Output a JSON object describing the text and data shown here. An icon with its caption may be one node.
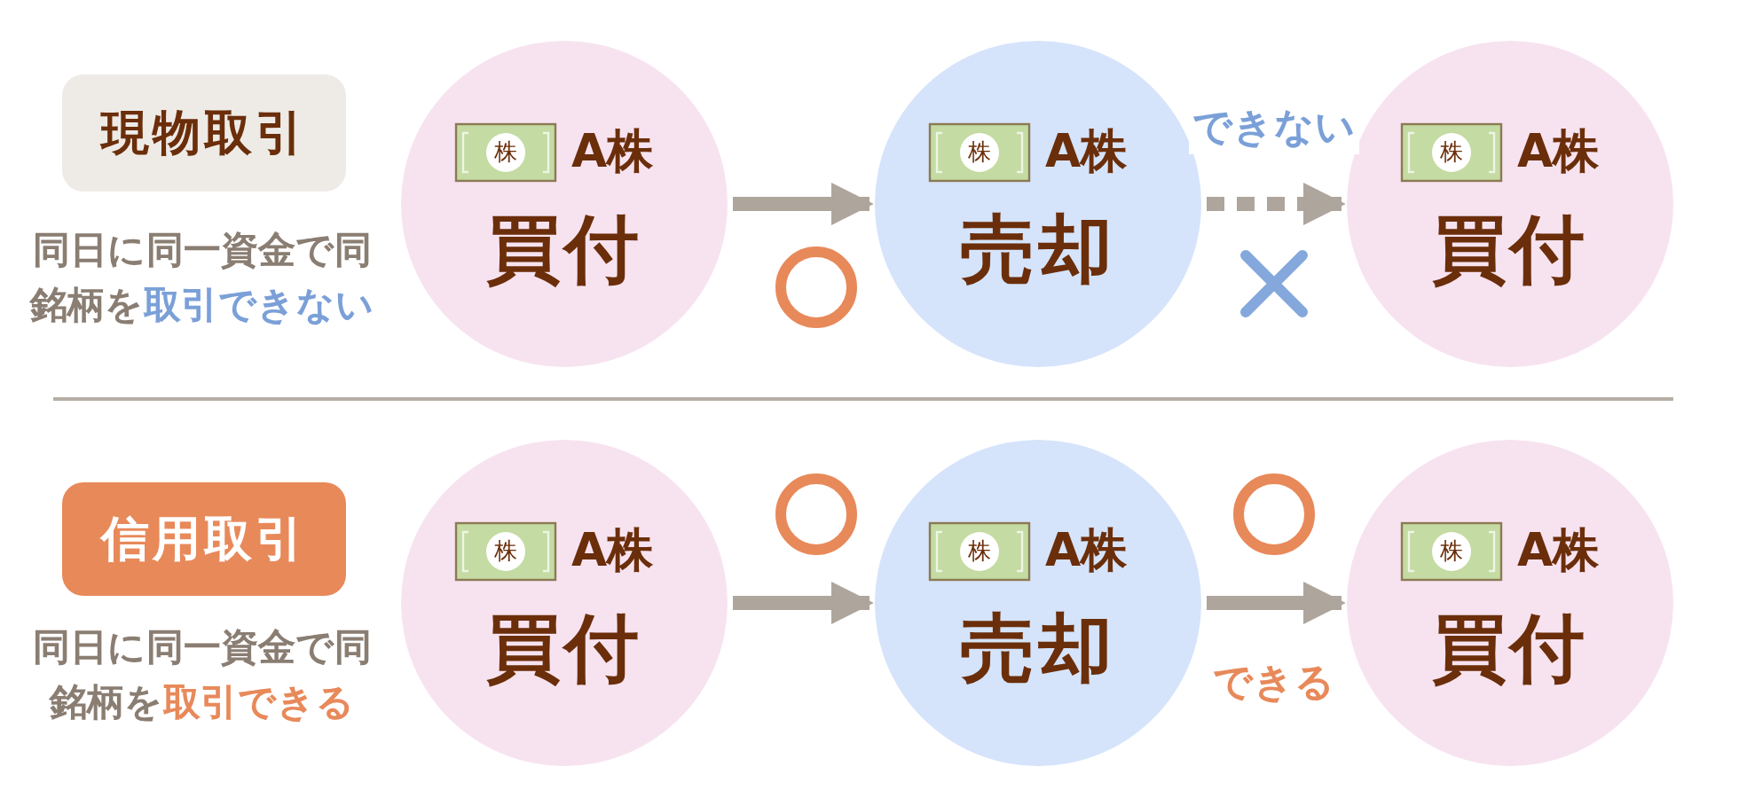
{
  "diagram": {
    "nodes": [
      {
        "text": [
          "現物取引"
        ],
        "beside": [
          "同日に同一資金で同銘柄を",
          "取引できない"
        ]
      },
      {
        "text": [
          "株",
          "A株",
          "買付"
        ]
      },
      {
        "text": [
          "株",
          "A株",
          "売却"
        ]
      },
      {
        "text": [
          "株",
          "A株",
          "買付"
        ]
      },
      {
        "text": [
          "信用取引"
        ],
        "beside": [
          "同日に同一資金で同銘柄を",
          "取引できる"
        ]
      },
      {
        "text": [
          "株",
          "A株",
          "買付"
        ]
      },
      {
        "text": [
          "株",
          "A株",
          "売却"
        ]
      },
      {
        "text": [
          "株",
          "A株",
          "買付"
        ]
      }
    ],
    "edges": [
      {
        "from": 1,
        "to": 2,
        "arrow": "to"
      },
      {
        "from": 2,
        "to": 3,
        "arrow": "to",
        "label": "できない",
        "style": "dashed"
      },
      {
        "from": 5,
        "to": 6,
        "arrow": "to"
      },
      {
        "from": 6,
        "to": 7,
        "arrow": "to",
        "label": "できる"
      }
    ]
  }
}
